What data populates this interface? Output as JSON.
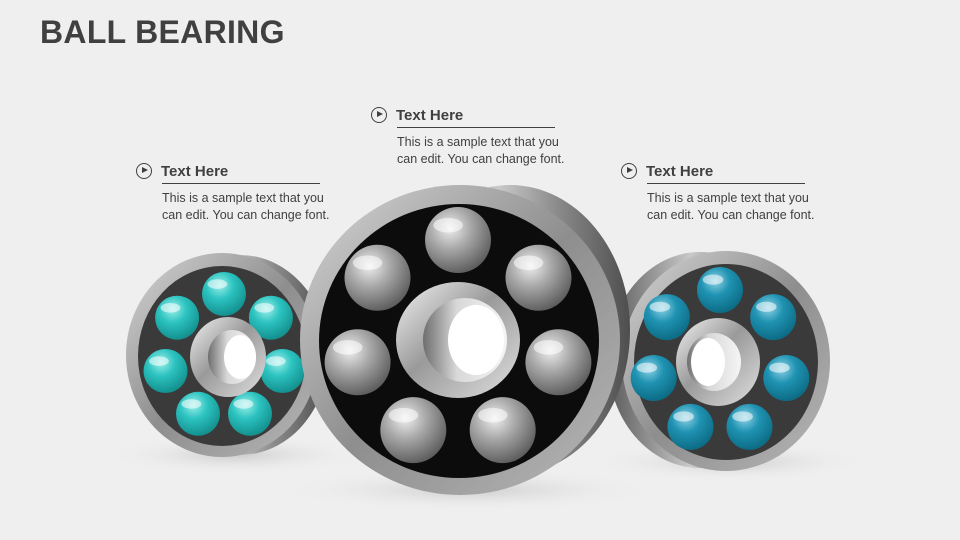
{
  "title": "BALL BEARING",
  "callouts": [
    {
      "heading": "Text Here",
      "body": "This is a sample text that you can edit. You can change font."
    },
    {
      "heading": "Text Here",
      "body": "This is a sample text that you can edit. You can change font."
    },
    {
      "heading": "Text Here",
      "body": "This is a sample text that you can edit. You can change font."
    }
  ],
  "colors": {
    "background": "#efefef",
    "left_balls": "#2cc3c0",
    "center_balls": "#8f8f8f",
    "right_balls": "#1f93b2",
    "text": "#404040"
  }
}
